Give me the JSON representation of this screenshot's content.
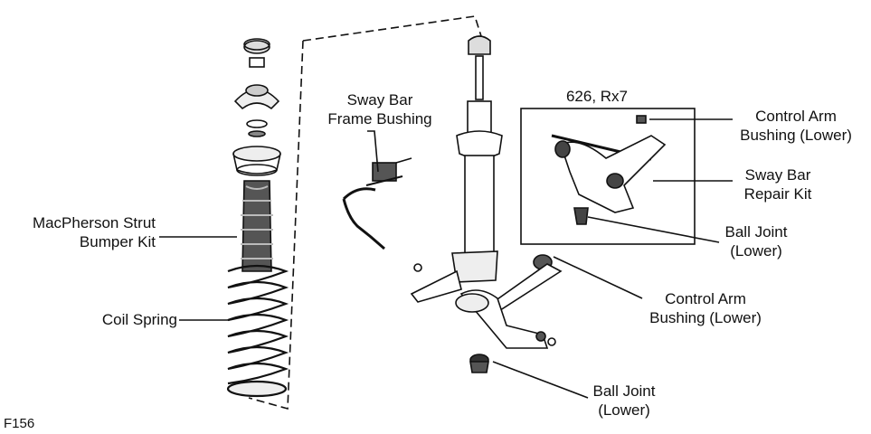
{
  "figure_code": "F156",
  "inset_title": "626, Rx7",
  "labels": {
    "strut_bumper": [
      "MacPherson Strut",
      "Bumper Kit"
    ],
    "coil_spring": "Coil Spring",
    "sway_bar_bushing": [
      "Sway Bar",
      "Frame Bushing"
    ],
    "inset_control_arm_bushing": [
      "Control Arm",
      "Bushing (Lower)"
    ],
    "inset_sway_bar_kit": [
      "Sway Bar",
      "Repair Kit"
    ],
    "inset_ball_joint": [
      "Ball Joint",
      "(Lower)"
    ],
    "control_arm_bushing": [
      "Control Arm",
      "Bushing (Lower)"
    ],
    "ball_joint": [
      "Ball Joint",
      "(Lower)"
    ]
  },
  "colors": {
    "ink": "#111111",
    "shade": "#444444",
    "paper": "#ffffff"
  }
}
